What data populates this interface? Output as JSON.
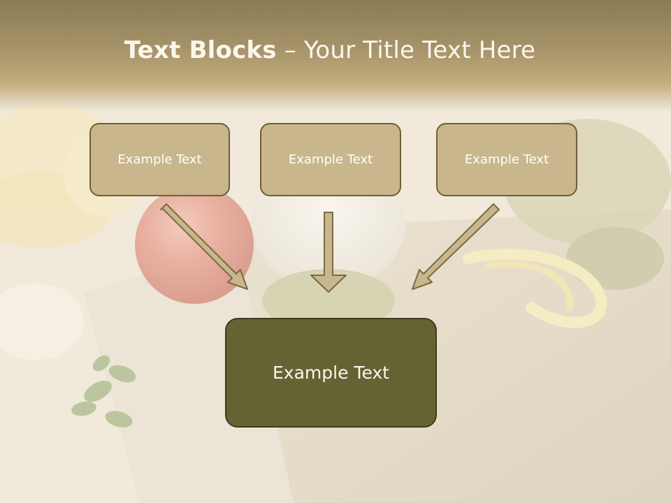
{
  "title": {
    "bold": "Text Blocks",
    "separator": " – ",
    "rest": "Your Title Text Here"
  },
  "blocks": [
    {
      "label": "Example Text"
    },
    {
      "label": "Example Text"
    },
    {
      "label": "Example Text"
    }
  ],
  "main_block": {
    "label": "Example Text"
  },
  "colors": {
    "block_fill": "#c9b68d",
    "block_border": "#6e5e38",
    "main_fill": "#656234",
    "arrow_fill": "#c9b68d",
    "title_band": "#a8946a"
  }
}
